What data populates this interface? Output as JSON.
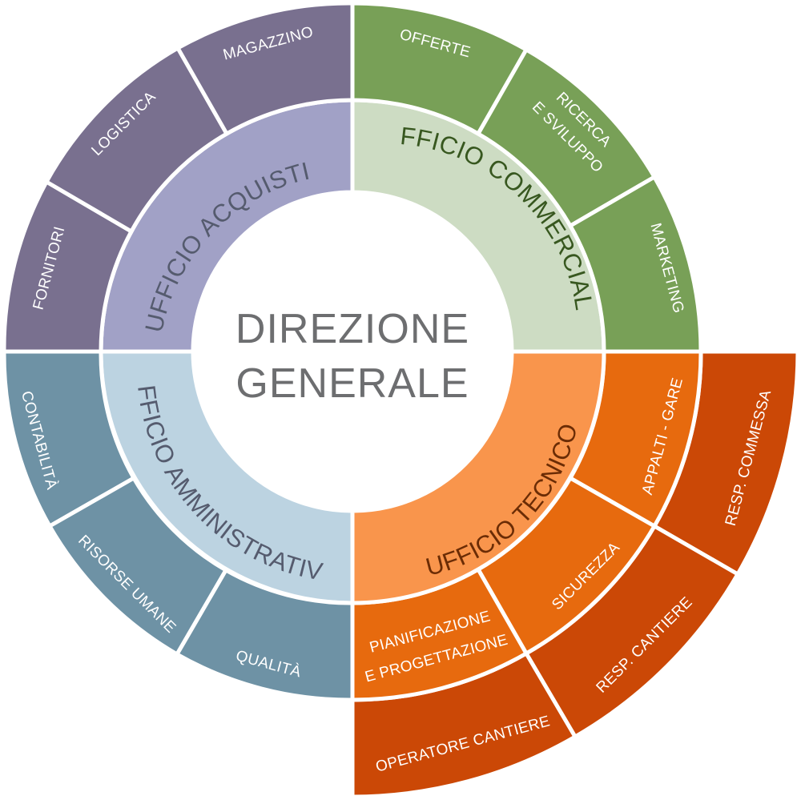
{
  "center": {
    "line1": "DIREZIONE",
    "line2": "GENERALE"
  },
  "colors": {
    "acquisti_inner": "#a1a1c6",
    "acquisti_outer": "#79708f",
    "commerciale_inner": "#cddcc3",
    "commerciale_outer": "#78a057",
    "amministrativo_inner": "#bcd3e1",
    "amministrativo_outer": "#6e92a5",
    "tecnico_inner": "#f9954c",
    "tecnico_mid": "#e76a0e",
    "tecnico_outer": "#cb4806",
    "dark_label": "#555b6e",
    "commerciale_label": "#37571f",
    "tecnico_label": "#6b2c05"
  },
  "departments": {
    "acquisti": {
      "label": "UFFICIO ACQUISTI",
      "subs": [
        "FORNITORI",
        "LOGISTICA",
        "MAGAZZINO"
      ]
    },
    "commerciale": {
      "label": "UFFICIO COMMERCIALE",
      "subs": [
        "OFFERTE",
        "RICERCA",
        "E SVILUPPO",
        "MARKETING"
      ]
    },
    "amministrativo": {
      "label": "UFFICIO AMMINISTRATIVO",
      "subs": [
        "CONTABILITÀ",
        "RISORSE UMANE",
        "QUALITÀ"
      ]
    },
    "tecnico": {
      "label": "UFFICIO TECNICO",
      "mid": [
        "APPALTI - GARE",
        "SICUREZZA",
        "PIANIFICAZIONE",
        "E PROGETTAZIONE"
      ],
      "outer": [
        "RESP. COMMESSA",
        "RESP. CANTIERE",
        "OPERATORE CANTIERE"
      ]
    }
  }
}
